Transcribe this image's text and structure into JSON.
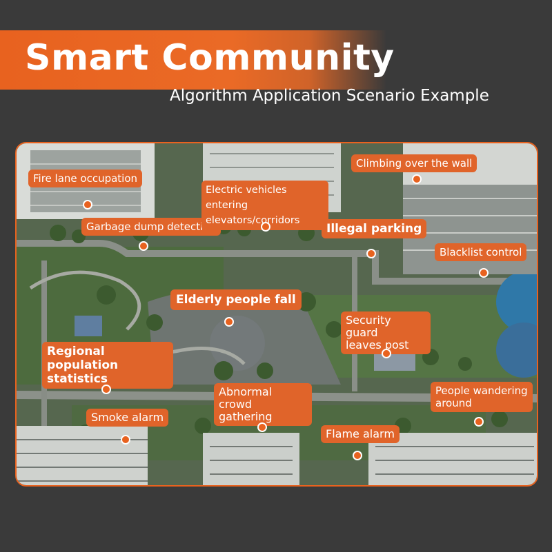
{
  "header": {
    "title": "Smart Community",
    "subtitle": "Algorithm Application Scenario Example"
  },
  "colors": {
    "accent": "#e8621f",
    "background": "#3a3a3a",
    "label_text": "#ffffff"
  },
  "labels": {
    "fire_lane": "Fire lane occupation",
    "garbage": "Garbage dump detection",
    "ev_line1": "Electric vehicles entering",
    "ev_line2": "elevators/corridors",
    "climbing": "Climbing over the wall",
    "illegal_parking": "Illegal parking",
    "blacklist": "Blacklist control",
    "elderly": "Elderly people fall",
    "guard_line1": "Security guard",
    "guard_line2": "leaves post",
    "population_line1": "Regional population",
    "population_line2": "statistics",
    "crowd_line1": "Abnormal crowd",
    "crowd_line2": "gathering",
    "wandering_line1": "People wandering",
    "wandering_line2": "around",
    "smoke": "Smoke alarm",
    "flame": "Flame alarm"
  }
}
